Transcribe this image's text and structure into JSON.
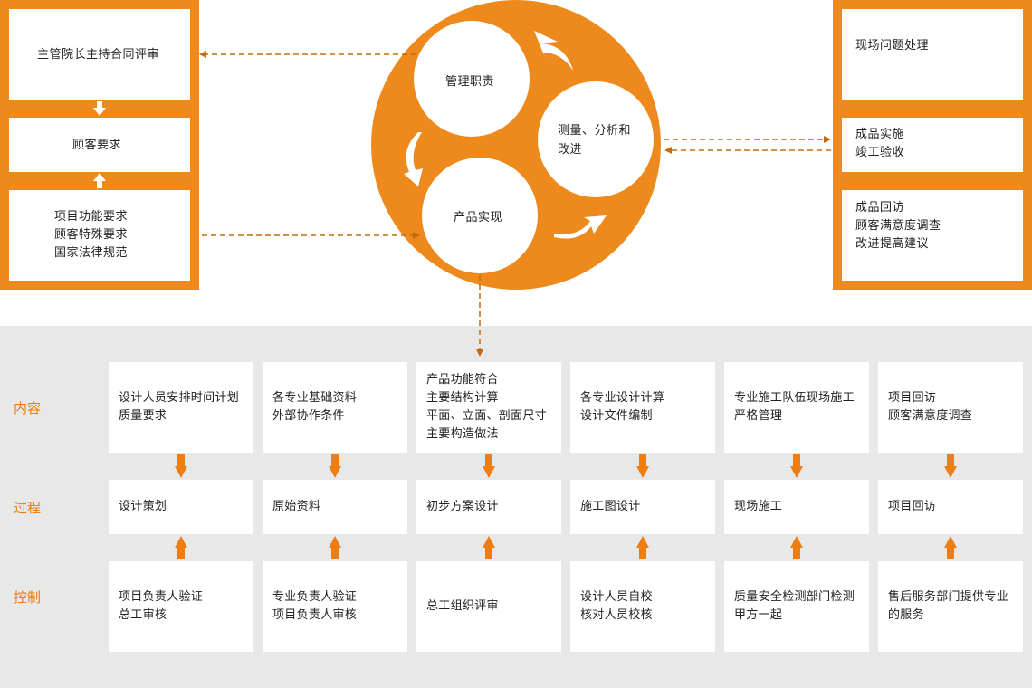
{
  "left_boxes": [
    {
      "lines": [
        "主管院长主持合同评审"
      ]
    },
    {
      "lines": [
        "顾客要求"
      ]
    },
    {
      "lines": [
        "项目功能要求",
        "顾客特殊要求",
        "国家法律规范"
      ]
    }
  ],
  "right_boxes": [
    {
      "lines": [
        "现场问题处理"
      ]
    },
    {
      "lines": [
        "成品实施",
        "竣工验收"
      ]
    },
    {
      "lines": [
        "成品回访",
        "顾客满意度调查",
        "改进提高建议"
      ]
    }
  ],
  "circle": {
    "management": "管理职责",
    "measurement_lines": [
      "测量、分析和",
      "改进"
    ],
    "product": "产品实现"
  },
  "row_labels": {
    "content": "内容",
    "process": "过程",
    "control": "控制"
  },
  "columns": [
    {
      "content": [
        "设计人员安排时间计划",
        "质量要求"
      ],
      "process": [
        "设计策划"
      ],
      "control": [
        "项目负责人验证",
        "总工审核"
      ]
    },
    {
      "content": [
        "各专业基础资料",
        "外部协作条件"
      ],
      "process": [
        "原始资料"
      ],
      "control": [
        "专业负责人验证",
        "项目负责人审核"
      ]
    },
    {
      "content": [
        "产品功能符合",
        "主要结构计算",
        "平面、立面、剖面尺寸",
        "主要构造做法"
      ],
      "process": [
        "初步方案设计"
      ],
      "control": [
        "总工组织评审"
      ]
    },
    {
      "content": [
        "各专业设计计算",
        "设计文件编制"
      ],
      "process": [
        "施工图设计"
      ],
      "control": [
        "设计人员自校",
        "核对人员校核"
      ]
    },
    {
      "content": [
        "专业施工队伍现场施工",
        "严格管理"
      ],
      "process": [
        "现场施工"
      ],
      "control": [
        "质量安全检测部门检测",
        "甲方一起"
      ]
    },
    {
      "content": [
        "项目回访",
        "顾客满意度调查"
      ],
      "process": [
        "项目回访"
      ],
      "control": [
        "售后服务部门提供专业",
        "的服务"
      ]
    }
  ],
  "colors": {
    "accent": "#ee8a1d",
    "arrow": "#ee7d12",
    "dashed": "#c46a0c",
    "bottom_bg": "#e8e8e8"
  }
}
